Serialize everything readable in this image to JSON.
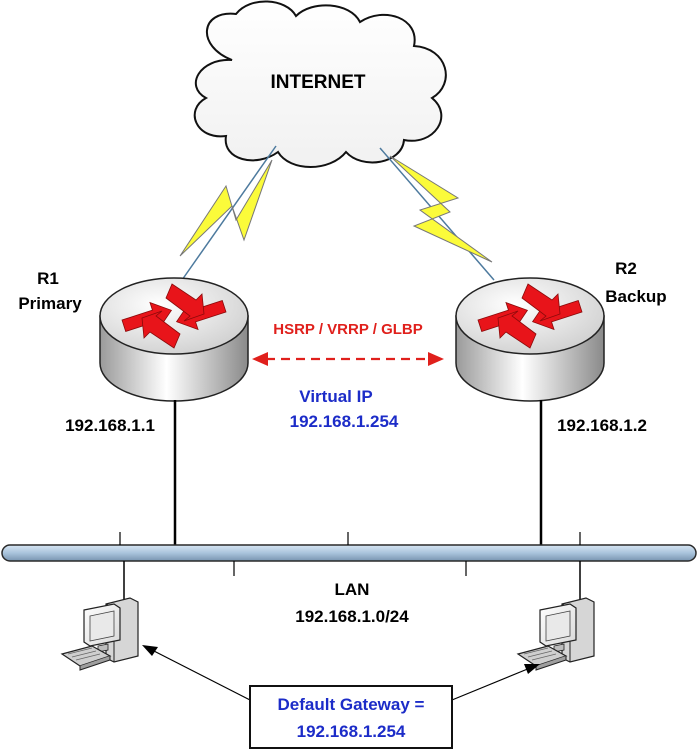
{
  "colors": {
    "protocol_red": "#e0201c",
    "virtual_ip_blue": "#1c2cc8",
    "label_black": "#000000",
    "bus_fill": "#a9c4dc",
    "bolt_yellow": "#fbfb3a"
  },
  "internet": {
    "label": "INTERNET",
    "icon": "cloud-icon"
  },
  "routers": [
    {
      "name": "R1",
      "role": "Primary",
      "ip": "192.168.1.1",
      "icon": "router-icon"
    },
    {
      "name": "R2",
      "role": "Backup",
      "ip": "192.168.1.2",
      "icon": "router-icon"
    }
  ],
  "redundancy": {
    "protocols": "HSRP / VRRP / GLBP",
    "virtual_ip_label": "Virtual IP",
    "virtual_ip": "192.168.1.254"
  },
  "lan": {
    "label": "LAN",
    "subnet": "192.168.1.0/24"
  },
  "hosts": [
    {
      "icon": "workstation-icon"
    },
    {
      "icon": "workstation-icon"
    }
  ],
  "gateway_callout": {
    "line1": "Default Gateway =",
    "line2": "192.168.1.254"
  }
}
